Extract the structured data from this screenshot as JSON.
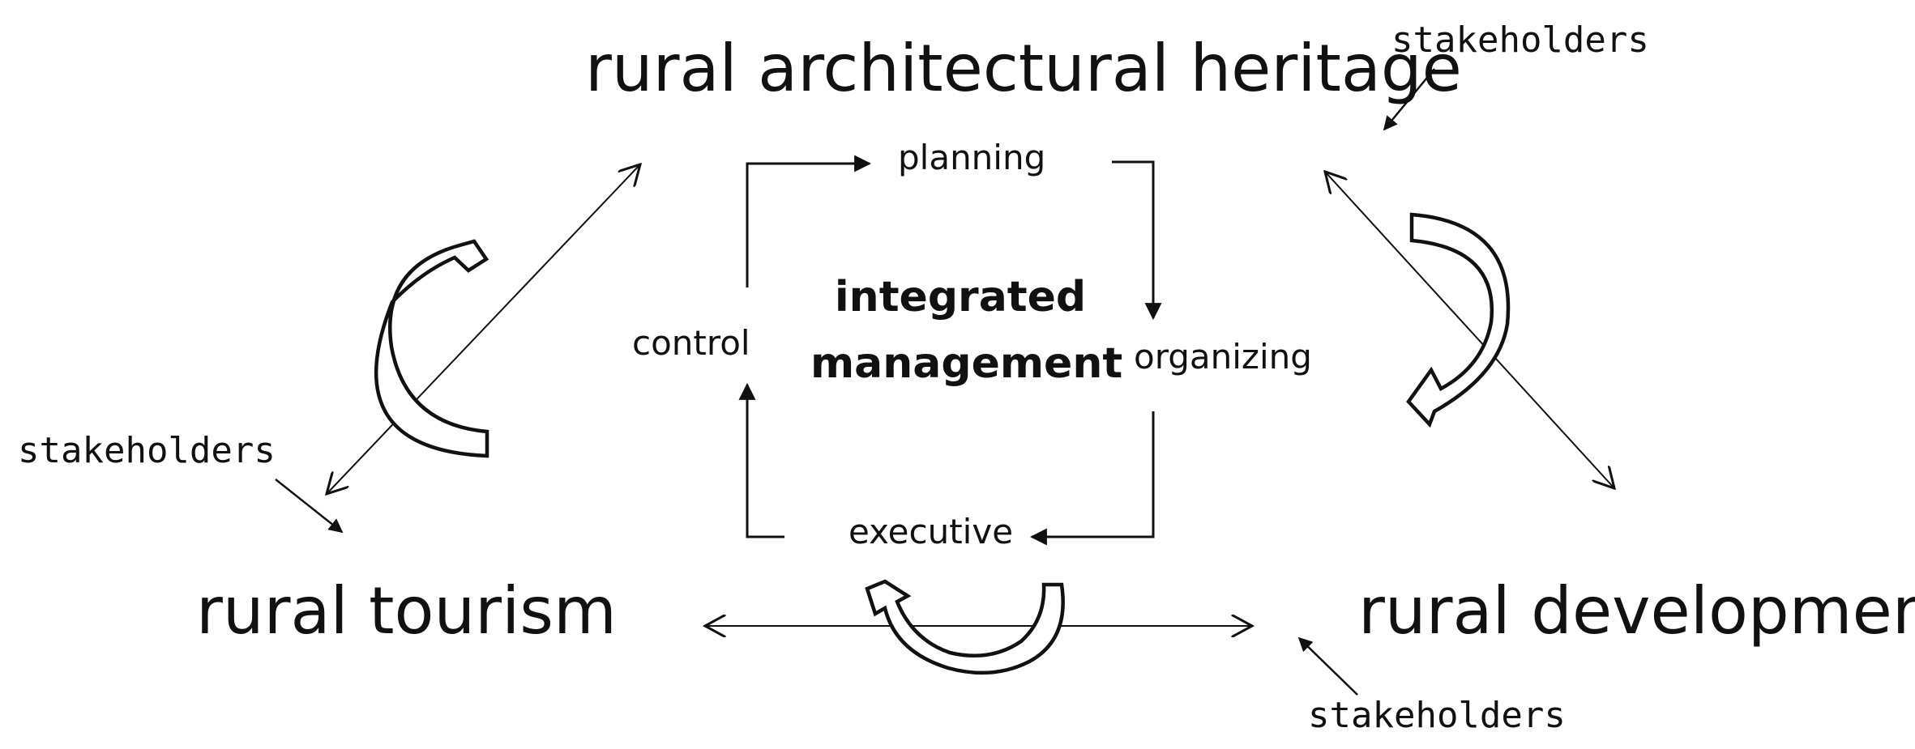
{
  "nodes": {
    "heritage": "rural architectural heritage",
    "tourism": "rural tourism",
    "development": "rural development"
  },
  "center": {
    "line1": "integrated",
    "line2": "management"
  },
  "cycle": {
    "planning": "planning",
    "organizing": "organizing",
    "executive": "executive",
    "control": "control"
  },
  "stakeholders": {
    "top": "stakeholders",
    "left": "stakeholders",
    "bottom": "stakeholders"
  },
  "colors": {
    "ink": "#111111",
    "background": "#ffffff"
  }
}
